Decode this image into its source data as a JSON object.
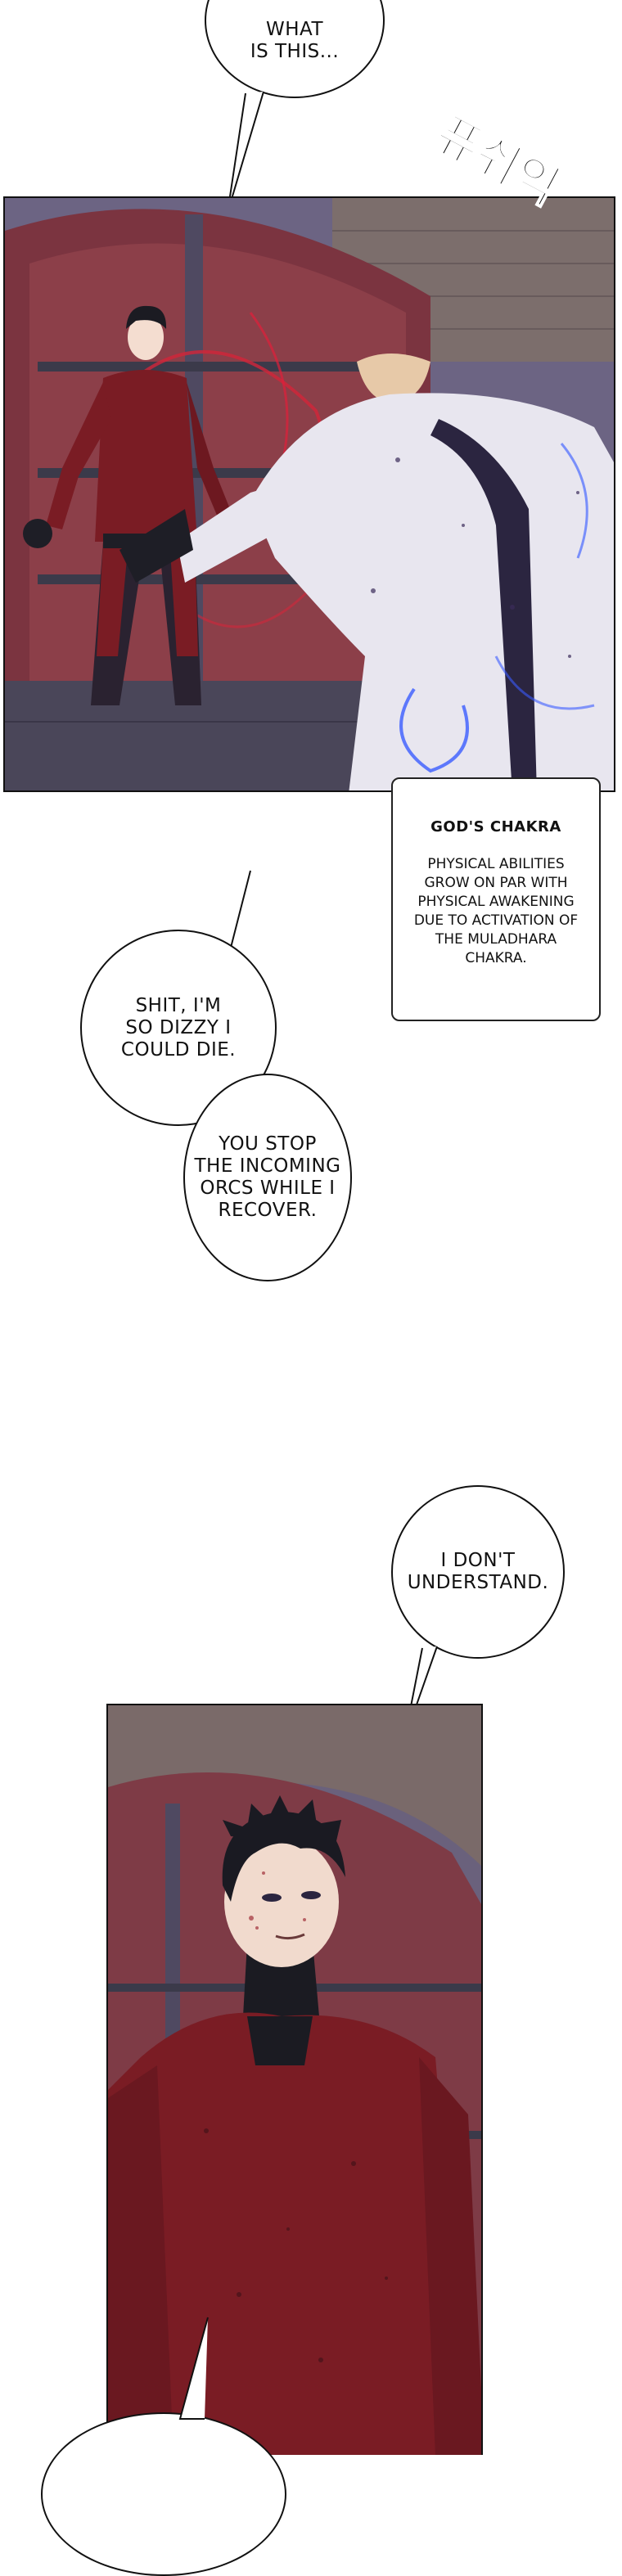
{
  "bubbles": {
    "top": "WHAT\nIS THIS...",
    "dizzy": "SHIT, I'M\nSO DIZZY I\nCOULD DIE.",
    "stop": "YOU STOP\nTHE INCOMING\nORCS WHILE I\nRECOVER.",
    "understand": "I DON'T\nUNDERSTAND."
  },
  "sfx": {
    "korean": "퓨쉬익"
  },
  "system_box": {
    "title": "GOD'S CHAKRA",
    "body": "PHYSICAL ABILITIES\nGROW ON PAR WITH\nPHYSICAL AWAKENING\nDUE TO ACTIVATION OF\nTHE MULADHARA\nCHAKRA."
  },
  "colors": {
    "suit_red": "#7a1c24",
    "armor_white": "#e8e6ef",
    "wall_purple": "#6e6586",
    "glow_blue": "#3a5cff"
  }
}
